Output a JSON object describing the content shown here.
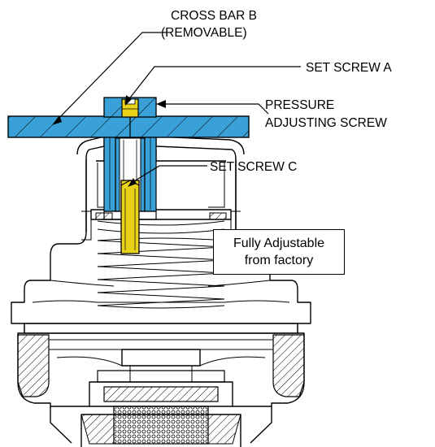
{
  "labels": {
    "cross_bar_line1": "CROSS BAR B",
    "cross_bar_line2": "(REMOVABLE)",
    "set_screw_a": "SET SCREW A",
    "pressure_line1": "PRESSURE",
    "pressure_line2": "ADJUSTING SCREW",
    "set_screw_c": "SET SCREW C"
  },
  "note": {
    "line1": "Fully Adjustable",
    "line2": "from factory"
  },
  "colors": {
    "blue_part": "#3aa0d8",
    "yellow_part": "#e8d21a",
    "line": "#000000",
    "background": "#ffffff"
  }
}
